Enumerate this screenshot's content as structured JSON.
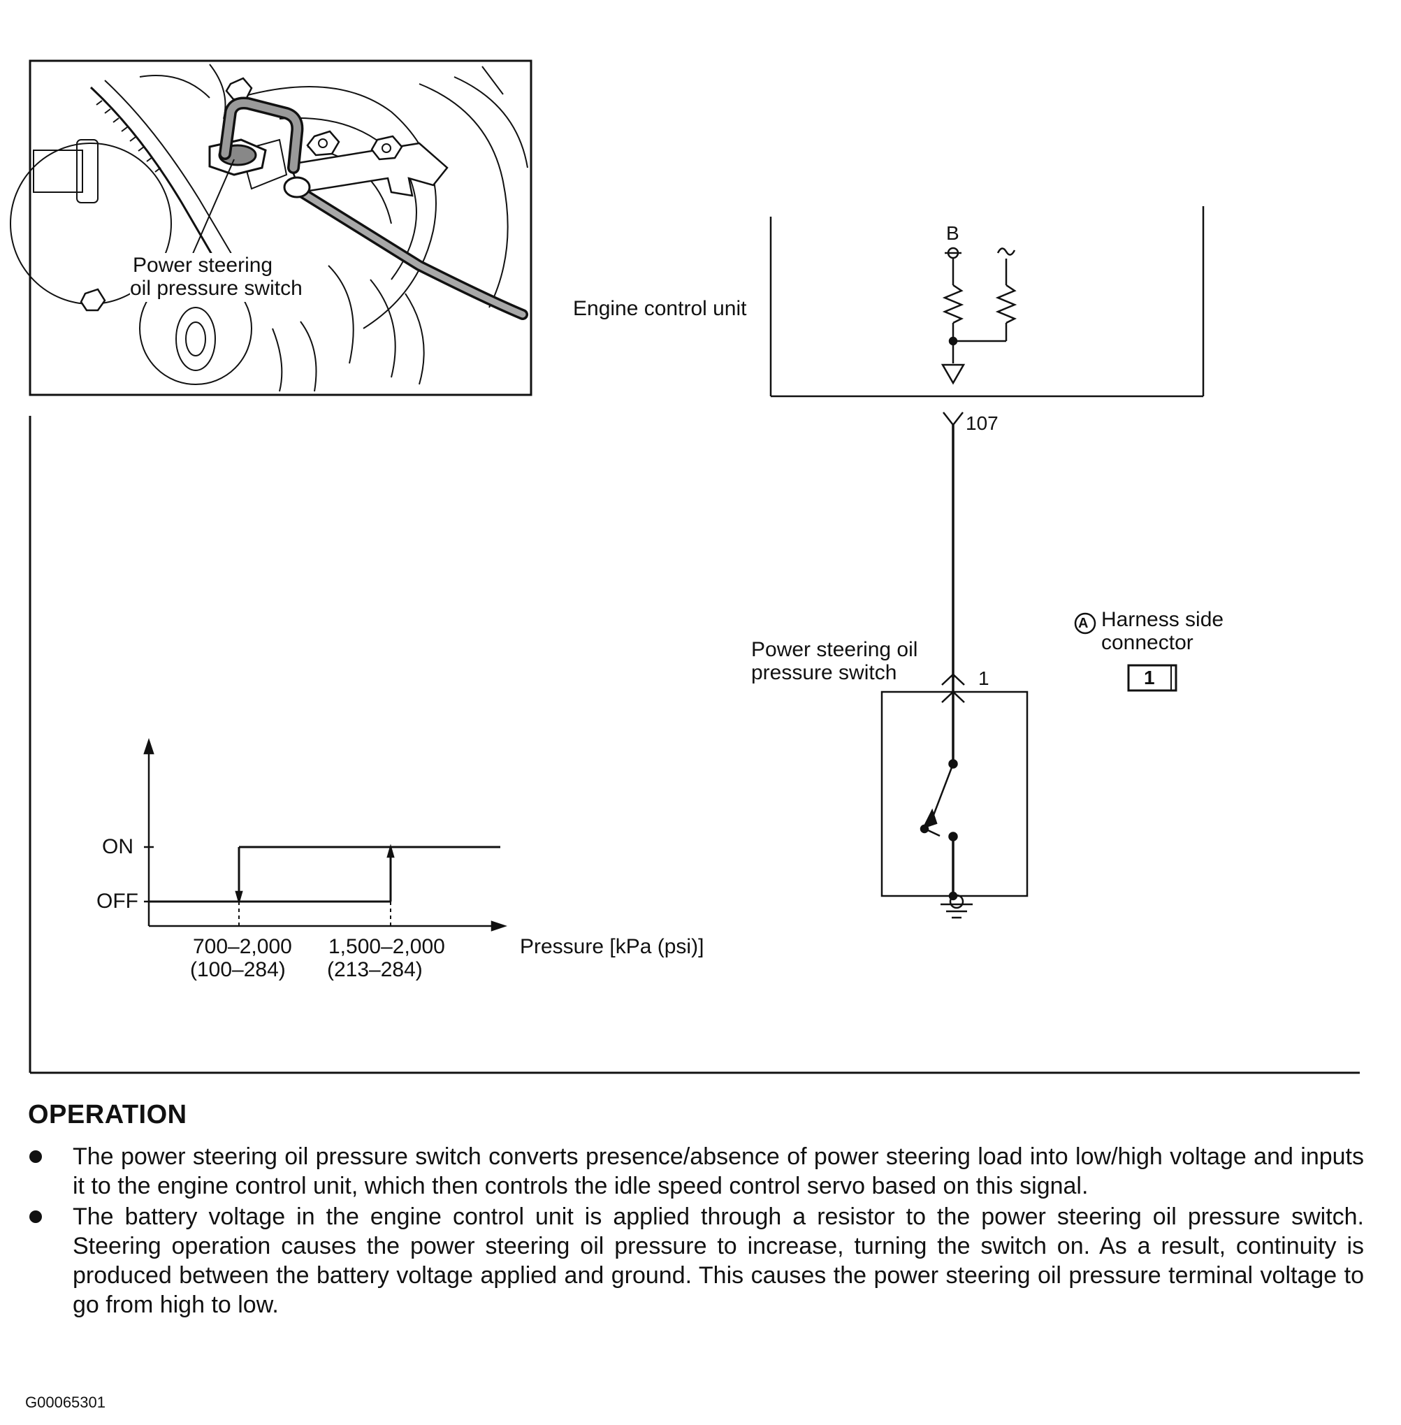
{
  "photo": {
    "callout": [
      "Power steering",
      "oil pressure switch"
    ]
  },
  "circuit": {
    "ecu_label": "Engine control unit",
    "battery_label": "B",
    "terminal_ecu": "107",
    "switch_label": [
      "Power steering oil",
      "pressure switch"
    ],
    "terminal_switch": "1",
    "connector_marker": "A",
    "connector_label": [
      "Harness side",
      "connector"
    ],
    "connector_pin": "1"
  },
  "graph": {
    "y_ticks": [
      "ON",
      "OFF"
    ],
    "x_ticks": [
      [
        "700–2,000",
        "(100–284)"
      ],
      [
        "1,500–2,000",
        "(213–284)"
      ]
    ],
    "x_label": "Pressure [kPa (psi)]"
  },
  "text": {
    "heading": "OPERATION",
    "bullets": [
      "The power steering oil pressure switch converts presence/absence of power steering load into low/high voltage and inputs it to the engine control unit, which then controls the idle speed control servo based on this signal.",
      "The battery voltage in the engine control unit is applied through a resistor to the power steering oil pressure switch. Steering operation causes the power steering oil pressure to increase, turning the switch on. As a result, continuity is produced between the battery voltage applied and ground. This causes the power steering oil pressure terminal voltage to go from high to low."
    ],
    "figure_code": "G00065301"
  }
}
